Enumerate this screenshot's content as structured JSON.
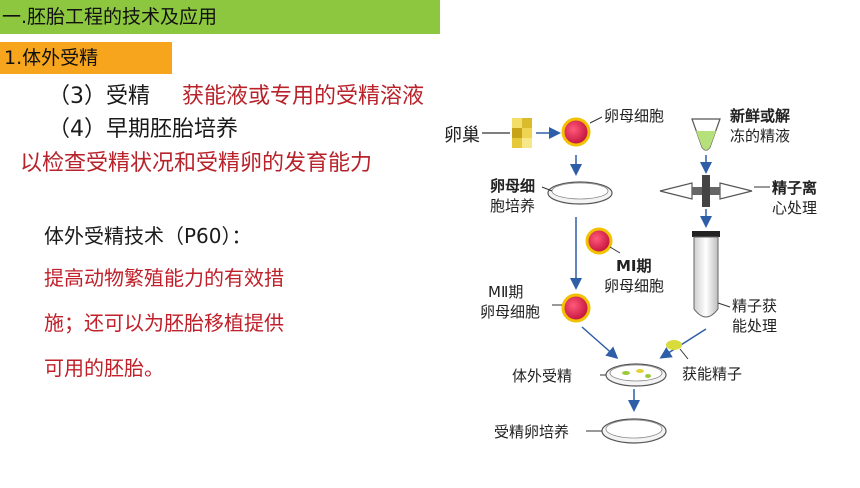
{
  "title": "一.胚胎工程的技术及应用",
  "section": "1.体外受精",
  "step3": {
    "label": "（3）受精",
    "detail": "获能液或专用的受精溶液"
  },
  "step4": {
    "label": "（4）早期胚胎培养",
    "detail": "以检查受精状况和受精卵的发育能力"
  },
  "heading": "体外受精技术（P60）：",
  "significance": [
    "提高动物繁殖能力的有效措",
    "施；还可以为胚胎移植提供",
    "可用的胚胎。"
  ],
  "diagram": {
    "ovary": "卵巢",
    "oocyte": "卵母细胞",
    "sperm_line1": "新鲜或解",
    "sperm_line2": "冻的精液",
    "oocyte_culture_line1": "卵母细",
    "oocyte_culture_line2": "胞培养",
    "centrifuge_line1": "精子离",
    "centrifuge_line2": "心处理",
    "mi_line1": "MⅠ期",
    "mi_line2": "卵母细胞",
    "mii_line1": "MⅡ期",
    "mii_line2": "卵母细胞",
    "capacitation_line1": "精子获",
    "capacitation_line2": "能处理",
    "ivf": "体外受精",
    "capacitated_sperm": "获能精子",
    "zygote_culture": "受精卵培养"
  },
  "colors": {
    "title_bar": "#8dc63f",
    "sub_bar": "#f7a51d",
    "red_text": "#c0202a",
    "egg": "#d81b4a",
    "egg_ring": "#f2c200",
    "arrow": "#2f5ea8"
  }
}
